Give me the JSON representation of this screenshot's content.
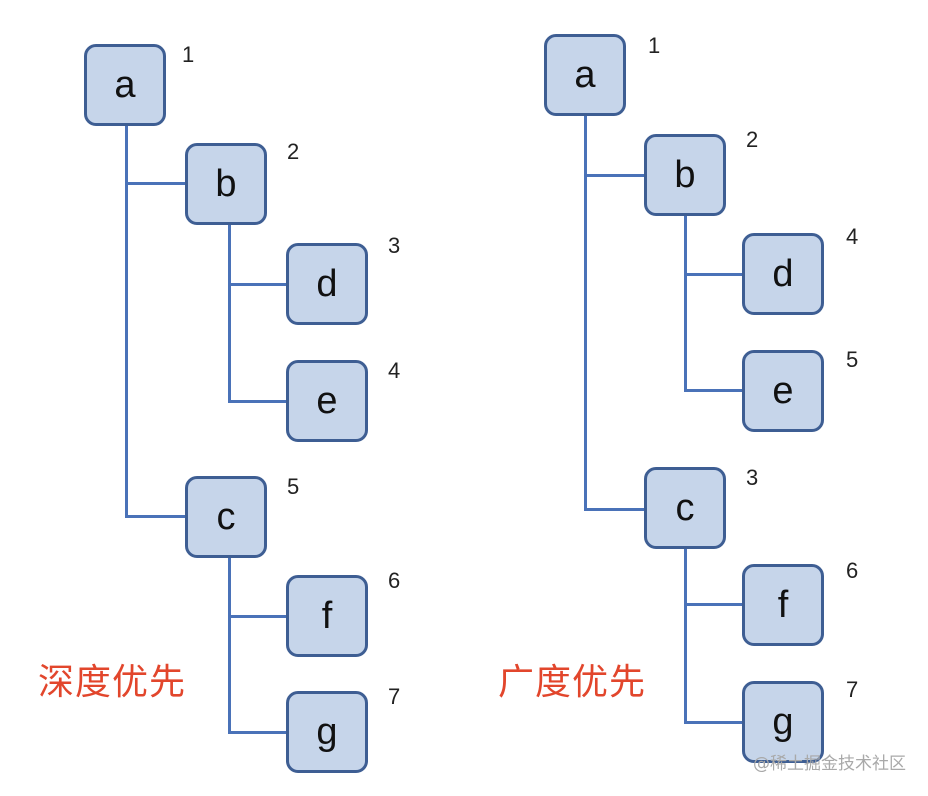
{
  "left": {
    "caption": "深度优先",
    "nodes": [
      {
        "id": "a",
        "label": "a",
        "order": "1"
      },
      {
        "id": "b",
        "label": "b",
        "order": "2"
      },
      {
        "id": "d",
        "label": "d",
        "order": "3"
      },
      {
        "id": "e",
        "label": "e",
        "order": "4"
      },
      {
        "id": "c",
        "label": "c",
        "order": "5"
      },
      {
        "id": "f",
        "label": "f",
        "order": "6"
      },
      {
        "id": "g",
        "label": "g",
        "order": "7"
      }
    ]
  },
  "right": {
    "caption": "广度优先",
    "nodes": [
      {
        "id": "a",
        "label": "a",
        "order": "1"
      },
      {
        "id": "b",
        "label": "b",
        "order": "2"
      },
      {
        "id": "d",
        "label": "d",
        "order": "4"
      },
      {
        "id": "e",
        "label": "e",
        "order": "5"
      },
      {
        "id": "c",
        "label": "c",
        "order": "3"
      },
      {
        "id": "f",
        "label": "f",
        "order": "6"
      },
      {
        "id": "g",
        "label": "g",
        "order": "7"
      }
    ]
  },
  "watermark": "@稀土掘金技术社区",
  "colors": {
    "node_fill": "#c6d5ea",
    "node_border": "#3e5e93",
    "connector": "#4a72b8",
    "caption": "#e2462c"
  }
}
